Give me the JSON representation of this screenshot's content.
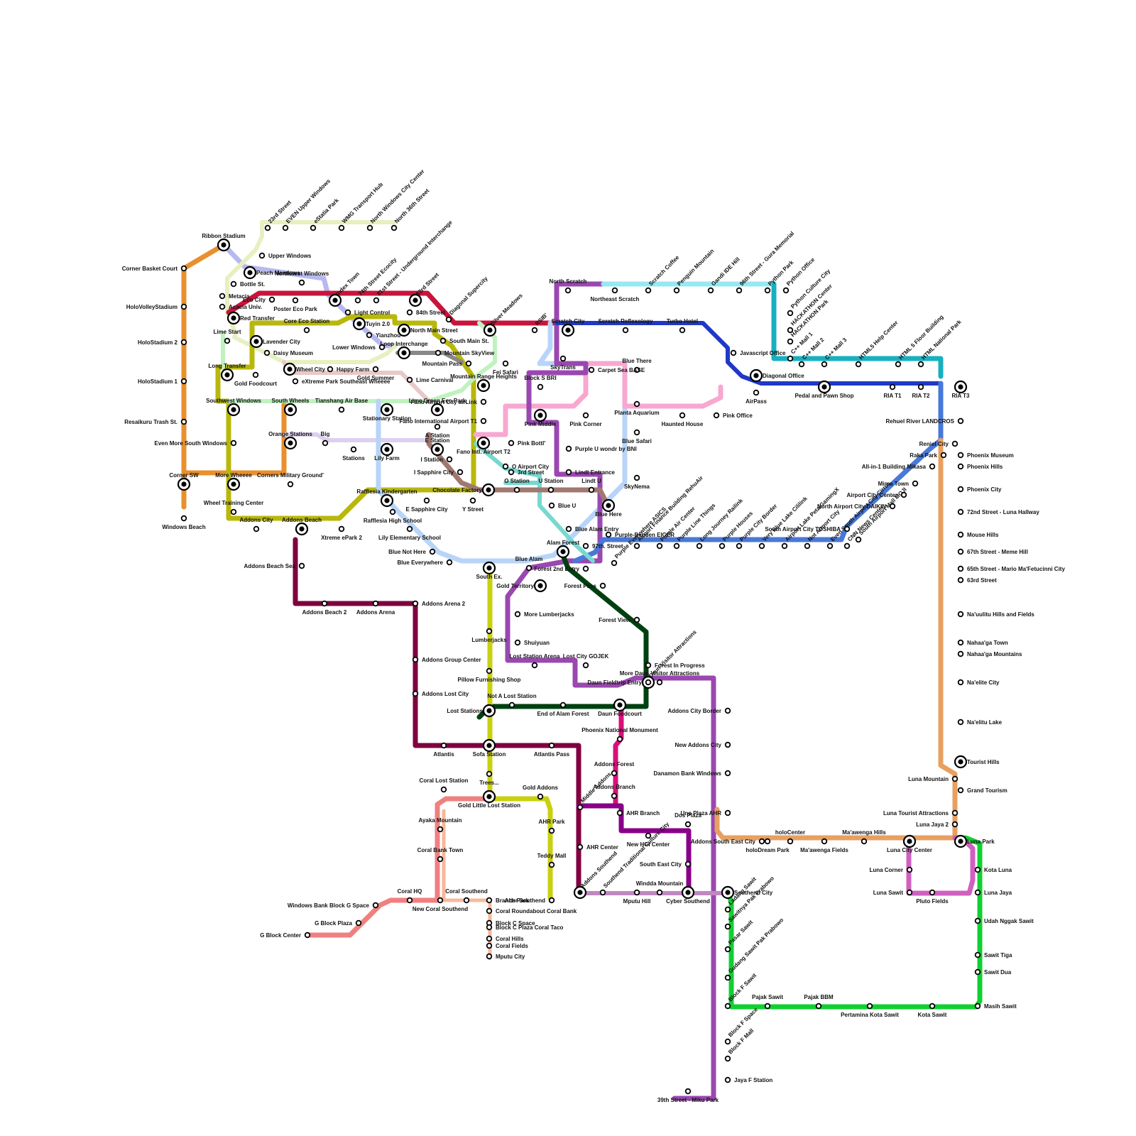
{
  "map": {
    "lines": [
      {
        "id": "orange-west",
        "color": "#e8902e"
      },
      {
        "id": "periwinkle",
        "color": "#b8b8f0"
      },
      {
        "id": "pale-yellow",
        "color": "#e8efc0"
      },
      {
        "id": "crimson",
        "color": "#c8143c"
      },
      {
        "id": "olive",
        "color": "#b8b80c"
      },
      {
        "id": "mint",
        "color": "#bff2bf"
      },
      {
        "id": "lavender",
        "color": "#dcd0f0"
      },
      {
        "id": "rose-beige",
        "color": "#e8c8c8"
      },
      {
        "id": "sky",
        "color": "#b8d4f8"
      },
      {
        "id": "pink",
        "color": "#f8a8d0"
      },
      {
        "id": "purple",
        "color": "#9a48b0"
      },
      {
        "id": "cyan",
        "color": "#98e8f0"
      },
      {
        "id": "teal",
        "color": "#18b0c0"
      },
      {
        "id": "royal-blue",
        "color": "#2038c8"
      },
      {
        "id": "cornflower",
        "color": "#4878d8"
      },
      {
        "id": "luna-orange",
        "color": "#e8a060"
      },
      {
        "id": "aqua",
        "color": "#78d8d0"
      },
      {
        "id": "mauve-brown",
        "color": "#a07870"
      },
      {
        "id": "dark-green",
        "color": "#004010"
      },
      {
        "id": "maroon",
        "color": "#800040"
      },
      {
        "id": "lime-yellow",
        "color": "#c8d010"
      },
      {
        "id": "salmon",
        "color": "#f08080"
      },
      {
        "id": "peach",
        "color": "#f8b898"
      },
      {
        "id": "magenta",
        "color": "#d8107a"
      },
      {
        "id": "violet",
        "color": "#880088"
      },
      {
        "id": "dusty-pink",
        "color": "#c088c0"
      },
      {
        "id": "green",
        "color": "#10d030"
      },
      {
        "id": "orchid",
        "color": "#d060c0"
      },
      {
        "id": "grey",
        "color": "#888888"
      }
    ],
    "station_labels": [
      "Ribbon Stadium",
      "Corner Basket Court",
      "HoloVolleyStadium",
      "HoloStadium 2",
      "HoloStadium 1",
      "Resaikuru Trash St.",
      "Corner SW",
      "Windows Beach",
      "23rd Street",
      "EVEN Upper Windows",
      "eStatia Park",
      "WMG Transport Hub",
      "North Windows City Center",
      "North 36th Street",
      "Upper Windows",
      "Peach Meadows",
      "Bottle St.",
      "Metacia",
      "Acacia Univ.",
      "Eco City",
      "Red Transfer",
      "Northwest Windows",
      "Poster Eco Park",
      "Index Town",
      "74th Street Ecocity",
      "81st Street - Underground Interchange",
      "83rd Street",
      "84th Street",
      "Diagonal Supercity",
      "Silver Meadows",
      "Light Control",
      "Tuyin 2.0",
      "Yianzhou",
      "North Main Street",
      "Core Eco Station",
      "Lime Start",
      "Lavender City",
      "Daisy Museum",
      "South Main St.",
      "Lower Windows",
      "Loop Interchange",
      "Mountain SkyView",
      "Mountain Pass",
      "Fei Safari",
      "Wheel City",
      "Happy Farm",
      "Gold Summer",
      "Long Transfer",
      "Gold Foodcourt",
      "eXtreme Park Southeast Wheeee",
      "Lime Carnival",
      "Mountain Range Heights",
      "Southwest Windows",
      "South Wheels",
      "Tianshang Air Base",
      "Stationary Station",
      "Lime Green Eco Park",
      "A Station",
      "Fano Airport City airLink",
      "Fano International Airport T1",
      "Big",
      "Stations",
      "Even More South Windows",
      "Orange Stations",
      "Lily Farm",
      "E Station",
      "Fano Intl. Airport T2",
      "Pink Bottl'",
      "I Station",
      "O Airport City",
      "3rd Street",
      "I Sapphire City",
      "More Wheeee",
      "Corners Military Ground'",
      "Chocolate Factory",
      "O Station",
      "U Station",
      "Lindt U",
      "Wheel Training Center",
      "Rafflesia Kindergarten",
      "E Sapphire City",
      "Y Street",
      "Rafflesia High School",
      "Addons City",
      "Addons Beach",
      "Xtreme ePark 2",
      "Lily Elementary School",
      "Blue Not Here",
      "Blue Everywhere",
      "Addons Beach Sea",
      "Addons Beach 2",
      "Addons Arena",
      "Addons Arena 2",
      "South Ex.",
      "Blue Alam",
      "Gold Territory",
      "More Lumberjacks",
      "Lumberjacks",
      "Shuiyuan",
      "Addons Group Center",
      "Pillow Furnishing Shop",
      "Addons Lost City",
      "Lost Station Arena",
      "Lost City GOJEK",
      "Not A Lost Station",
      "Lost Stations",
      "End of Alam Forest",
      "Atlantis",
      "Sofa Station",
      "Atlantis Pass",
      "Trees...",
      "Coral Lost Station",
      "Gold Addons",
      "Gold Little Lost Station",
      "Ayaka Mountain",
      "AHR Park",
      "Coral Bank Town",
      "Teddy Mall",
      "Coral HQ",
      "Coral Southend",
      "Branch Park",
      "Windows Bank Block G Space",
      "New Coral Southend",
      "Coral Roundabout Coral Bank",
      "Block C Space",
      "Block C Plaza Coral Taco",
      "G Block Plaza",
      "G Block Center",
      "Coral Hills",
      "Coral Fields",
      "Mputu City",
      "Alter Southend",
      "North Scratch",
      "Northeast Scratch",
      "Scratch Coffee",
      "Penguin Mountain",
      "Gandi IDE Hill",
      "96th Street - Gura Memorial",
      "Python Park",
      "Python Office",
      "Python Culture City",
      "HACKATHON Center",
      "HACKATHON Park",
      "C++ Mall 1",
      "C++ Mall 2",
      "C++ Mall 3",
      "HTML5 Help Center",
      "HTML 5 Floor Building",
      "HTML National Park",
      "Scratch City",
      "RSIB'",
      "Scratch Reflexology",
      "Turbo Hotel",
      "Javascript Office",
      "Diagonal Office",
      "AirPass",
      "Pedal and Pawn Shop",
      "RIA T1",
      "RIA T2",
      "RIA T3",
      "SkyTrans",
      "Block S BRI",
      "Carpet Sea BASE",
      "Blue There",
      "Pink Middle",
      "Pink Corner",
      "Planta Aquarium",
      "Haunted House",
      "Pink Office",
      "Blue Safari",
      "Purple U wondr by BNI",
      "Lindt Entrance",
      "SkyNema",
      "Blue U",
      "Blue Here",
      "Blue Alam Entry",
      "Purple-Benden EIGER",
      "Alam Forest",
      "97th. Street",
      "Forest 2nd Entry",
      "Forest Pass",
      "Purple Everywhere ASICS",
      "Airport Finance Building RehuAir",
      "Purple Air Center",
      "Purple Line Things",
      "Long Journey Railink",
      "Purple Houses",
      "Purple City Border",
      "Very Blue Lake Cililink",
      "Airport Lake PetaiGamingX",
      "Not Airport City",
      "Even South Airport City Cirrus",
      "CNN News Center",
      "South Airport Mall MOJI",
      "South Airport City TOSHIBA",
      "North Airport City DAIKIN",
      "Airport City Center",
      "Min-a Town",
      "All-in-1 Building Mikasa",
      "Raka Park",
      "Reniel City",
      "Rehuel River LANDCROS",
      "Phoenix Museum",
      "Phoenix Hills",
      "Phoenix City",
      "72nd Street - Luna Hallway",
      "Mouse Hills",
      "67th Street - Meme Hill",
      "65th Street - Mario Ma'Fetucinni City",
      "63rd Street",
      "Na'uulitu Hills and Fields",
      "Nahaa'ga Town",
      "Nahaa'ga Mountains",
      "Na'elite City",
      "Na'elitu Lake",
      "Tourist Hills",
      "Luna Mountain",
      "Grand Tourism",
      "Luna Tourist Attractions",
      "Luna Jaya 2",
      "Luna Park",
      "Luna City Center",
      "Ma'awenga Hills",
      "Ma'awenga Fields",
      "holoCenter",
      "holoDream Park",
      "Addons South East City",
      "Uno Plaza AHR",
      "Forest View",
      "Forest In Progress",
      "Daun Fieldtrip Entry",
      "More Daun Visitor Attractions",
      "Daun Visitor Attractions",
      "Daun Foodcourt",
      "Addons City Border",
      "New Addons City",
      "Danamon Bank Windows",
      "Phoenix National Monument",
      "Addons Forest",
      "Addons Branch",
      "Middle Addons",
      "AHR Branch",
      "AHR Center",
      "New HGI Center",
      "Dos Plaza",
      "South East City",
      "Windda Mountain",
      "Addons Southend",
      "Southend Traditional Culture City",
      "Mputu Hill",
      "Cyber Southend",
      "Southend City",
      "Ladang Sawit",
      "Sawitnya Pak Prabowo",
      "Pasar Sawit",
      "Gudang Sawit Pak Prabowo",
      "Block F Sawit",
      "Block F Space",
      "Block F Mall",
      "Jaya F Station",
      "39th Street - Miku Park",
      "Pajak Sawit",
      "Pajak BBM",
      "Pertamina Kota Sawit",
      "Kota Sawit",
      "Masih Sawit",
      "Sawit Dua",
      "Sawit Tiga",
      "Udah Nggak Sawit",
      "Luna Jaya",
      "Kota Luna",
      "Luna Sawit",
      "Pluto Fields",
      "Luna Corner"
    ]
  }
}
